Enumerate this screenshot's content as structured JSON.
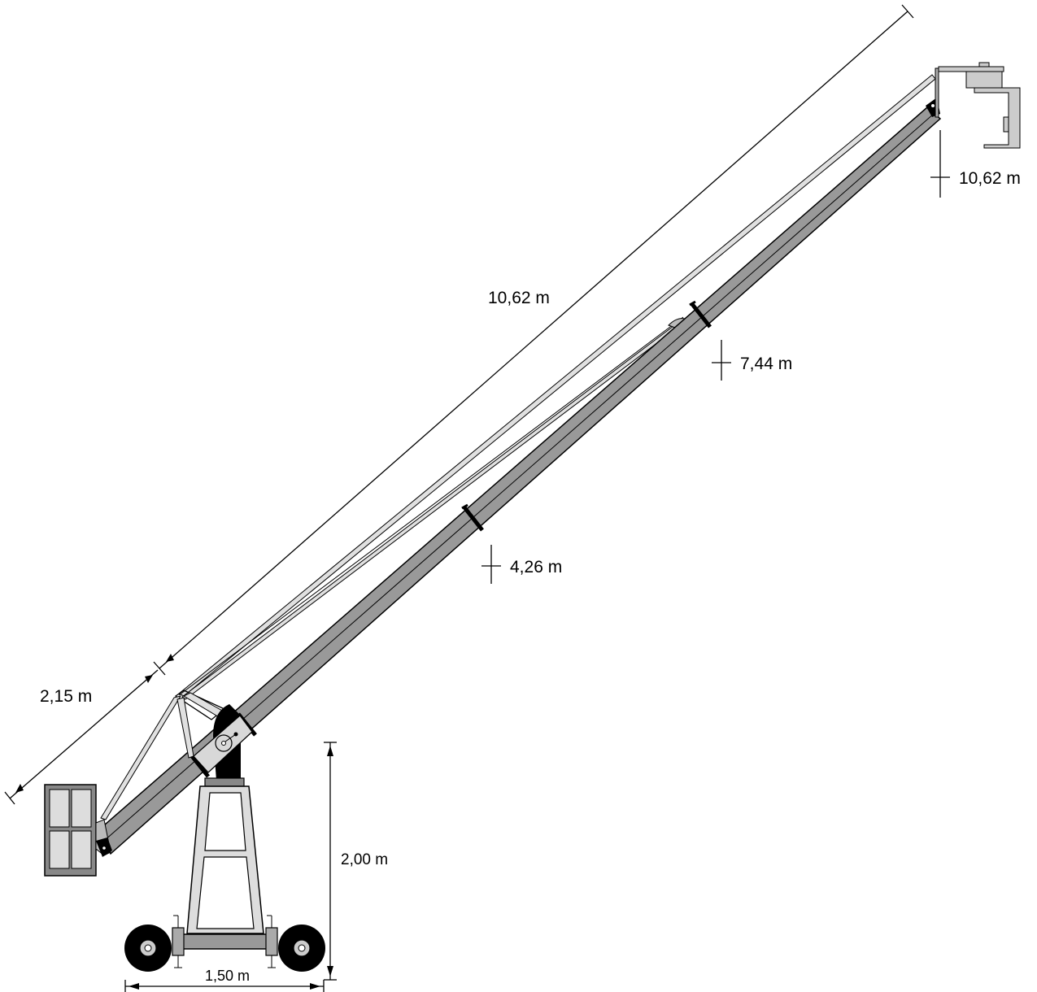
{
  "dimensions": {
    "boom_length": "10,62 m",
    "rear_length": "2,15 m",
    "base_height": "2,00 m",
    "base_width": "1,50 m"
  },
  "heights": {
    "section_1": "4,26 m",
    "section_2": "7,44 m",
    "section_3": "10,62 m"
  },
  "colors": {
    "boom": "#999999",
    "frame": "#dddddd",
    "counterweight": "#888888",
    "line": "#000000"
  },
  "icons": [
    "camera-crane",
    "wheel",
    "counterweight",
    "camera-head"
  ]
}
